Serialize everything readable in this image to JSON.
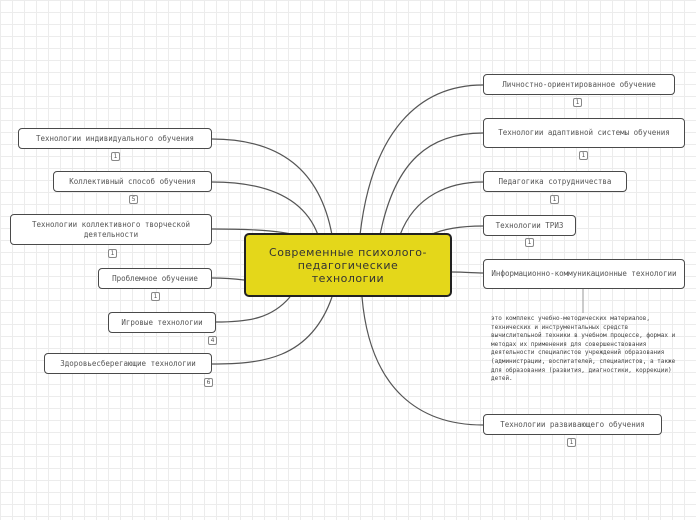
{
  "central": {
    "title": "Современные психолого-педагогические технологии"
  },
  "left_nodes": [
    {
      "label": "Технологии индивидуального обучения",
      "count": "1"
    },
    {
      "label": "Коллективный способ обучения",
      "count": "5"
    },
    {
      "label": "Технологии коллективного творческой деятельности",
      "count": "1"
    },
    {
      "label": "Проблемное обучение",
      "count": "1"
    },
    {
      "label": "Игровые технологии",
      "count": "4"
    },
    {
      "label": "Здоровьесберегающие технологии",
      "count": "6"
    }
  ],
  "right_nodes": [
    {
      "label": "Личностно-ориентированное обучение",
      "count": "1"
    },
    {
      "label": "Технологии адаптивной системы обучения",
      "count": "1"
    },
    {
      "label": "Педагогика сотрудничества",
      "count": "1"
    },
    {
      "label": "Технологии ТРИЗ",
      "count": "1"
    },
    {
      "label": "Информационно-коммуникационные технологии"
    },
    {
      "label": "Технологии развивающего обучения",
      "count": "1"
    }
  ],
  "ict_note": "это комплекс учебно-методических материалов, технических и инструментальных средств вычислительной техники в учебном процессе, формах и методах их применения для совершенствования деятельности специалистов учреждений образования (администрации, воспитателей, специалистов, а также для образования (развития, диагностики, коррекции) детей."
}
